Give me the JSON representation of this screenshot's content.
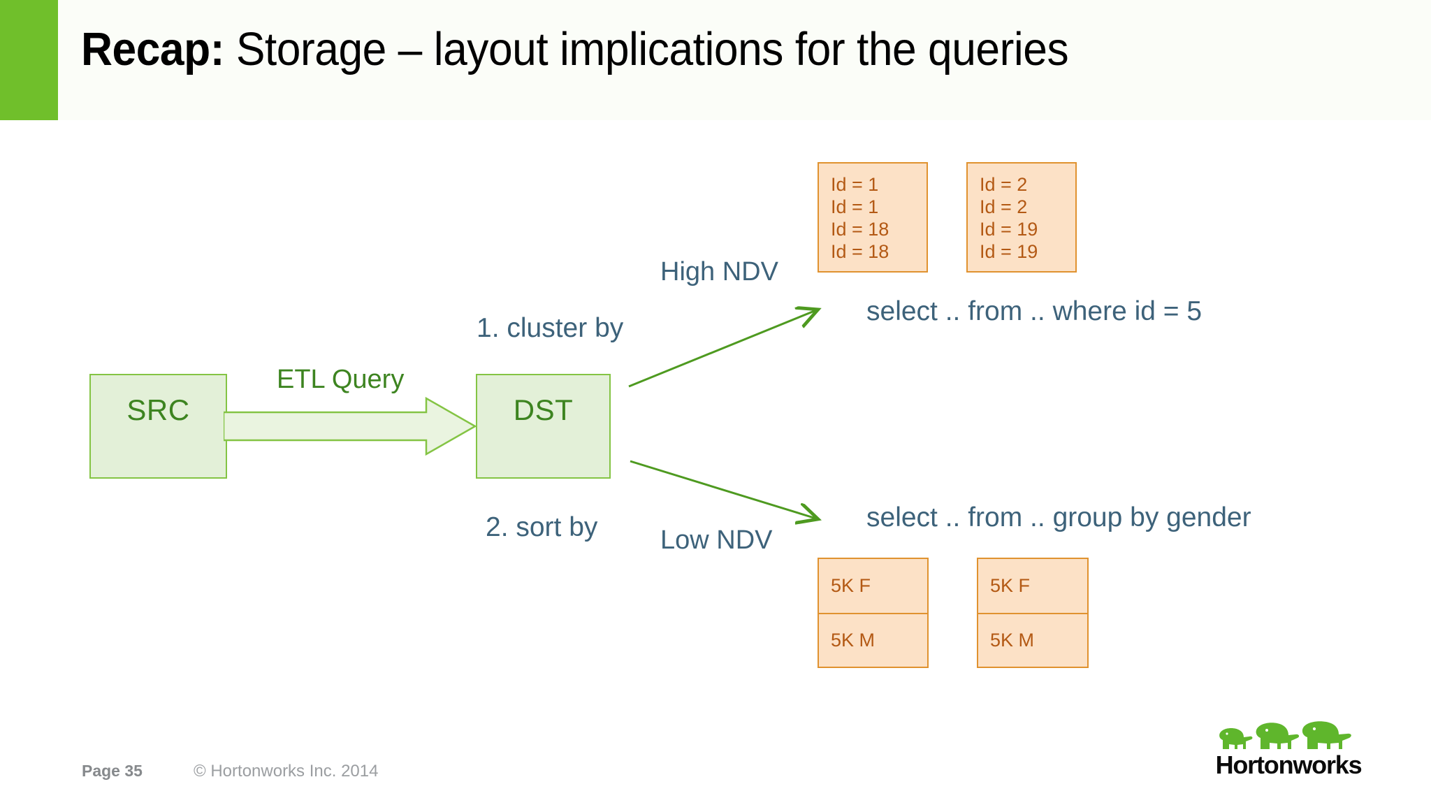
{
  "slide": {
    "title_strong": "Recap:",
    "title_rest": " Storage – layout implications for the queries",
    "accent_color": "#70bf2b"
  },
  "diagram": {
    "source_box_label": "SRC",
    "dest_box_label": "DST",
    "etl_arrow_label": "ETL Query",
    "step_1_label": "1. cluster by",
    "step_2_label": "2. sort  by",
    "branch_high_label": "High NDV",
    "branch_low_label": "Low NDV",
    "query_high": "select .. from .. where id = 5",
    "query_low": "select .. from .. group by gender",
    "box_fill_green": "#e3f0d8",
    "box_border_green": "#84c444",
    "box_fill_orange": "#fce1c6",
    "box_border_orange": "#e0922f",
    "arrow_color": "#4e9a20",
    "label_color": "#3d627a"
  },
  "high_ndv_blocks": [
    {
      "rows": [
        "Id = 1",
        "Id = 1",
        "Id = 18",
        "Id = 18"
      ]
    },
    {
      "rows": [
        "Id = 2",
        "Id = 2",
        "Id = 19",
        "Id = 19"
      ]
    }
  ],
  "low_ndv_blocks": [
    {
      "rows": [
        "5K F",
        "5K M"
      ]
    },
    {
      "rows": [
        "5K F",
        "5K M"
      ]
    }
  ],
  "footer": {
    "page_label": "Page 35",
    "copyright": "© Hortonworks Inc. 2014",
    "brand_name": "Hortonworks"
  }
}
